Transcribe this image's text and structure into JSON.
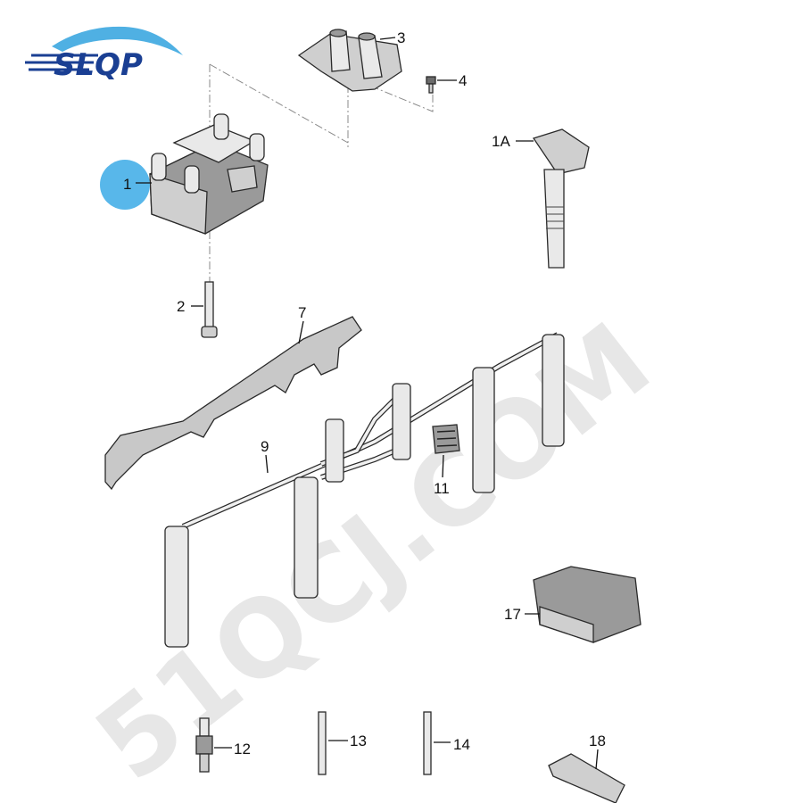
{
  "brand": {
    "logo_text": "SLQP",
    "logo_color": "#1a3f93",
    "accent_color": "#4fb0e3"
  },
  "watermark": {
    "text": "51QCJ.COM"
  },
  "highlight_color": "#58b7ea",
  "callouts": {
    "c1": "1",
    "c1A": "1A",
    "c2": "2",
    "c3": "3",
    "c4": "4",
    "c7": "7",
    "c9": "9",
    "c11": "11",
    "c12": "12",
    "c13": "13",
    "c14": "14",
    "c17": "17",
    "c18": "18"
  }
}
